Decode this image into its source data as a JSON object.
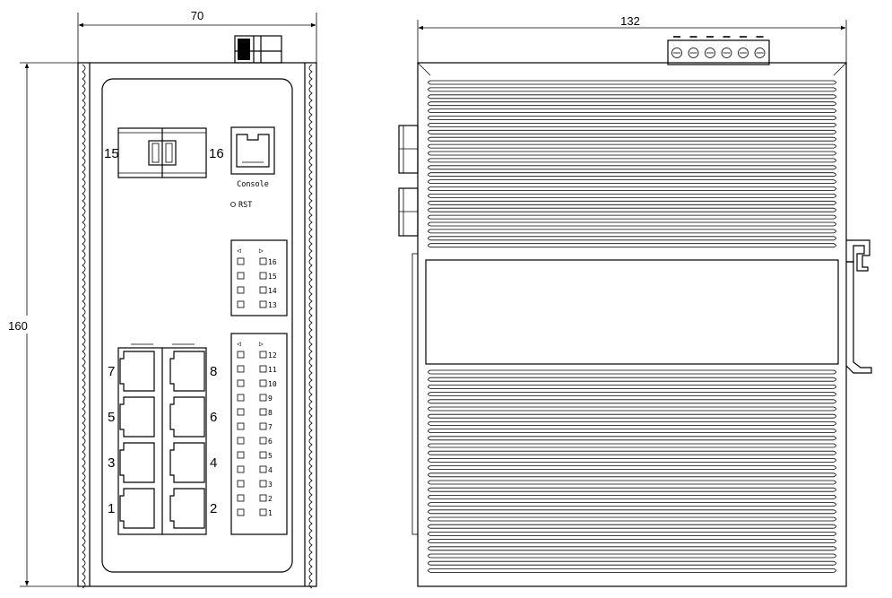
{
  "dimensions": {
    "front_width": "70",
    "side_width": "132",
    "height": "160"
  },
  "front_panel": {
    "sfp_left_label": "15",
    "sfp_right_label": "16",
    "console_label": "Console",
    "reset_label": "RST",
    "rj45_labels": [
      "7",
      "8",
      "5",
      "6",
      "3",
      "4",
      "1",
      "2"
    ],
    "led_group_top": {
      "arrows": [
        "◁",
        "▷"
      ],
      "ports": [
        "16",
        "15",
        "14",
        "13"
      ]
    },
    "led_group_bottom": {
      "arrows": [
        "◁",
        "▷"
      ],
      "ports": [
        "12",
        "11",
        "10",
        "9",
        "8",
        "7",
        "6",
        "5",
        "4",
        "3",
        "2",
        "1"
      ]
    }
  },
  "side_view": {
    "terminal_count": 6,
    "upper_fin_count": 24,
    "lower_fin_count": 28
  }
}
